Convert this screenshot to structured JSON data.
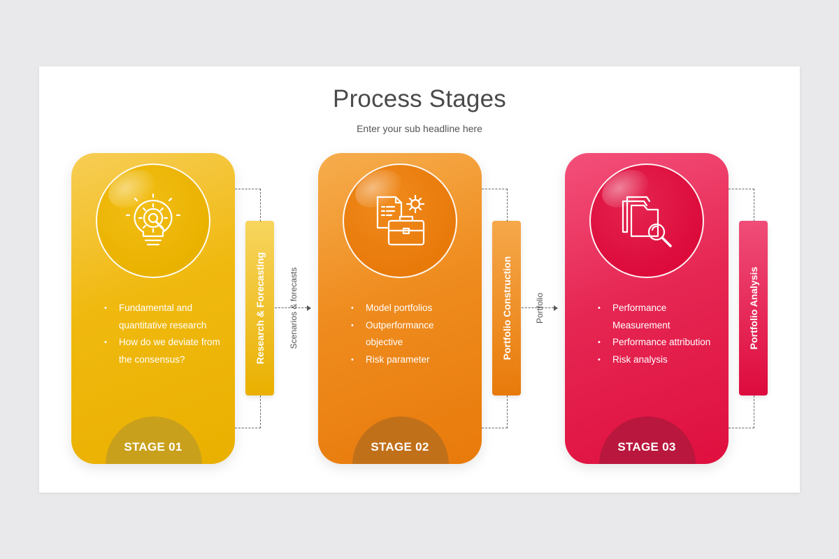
{
  "title": "Process Stages",
  "subtitle": "Enter your sub headline here",
  "stages": [
    {
      "label": "STAGE 01",
      "icon": "lightbulb-gear-icon",
      "bullets": [
        "Fundamental and quantitative research",
        "How do we deviate from the consensus?"
      ],
      "tab": "Research & Forecasting",
      "color": "#f0b90f"
    },
    {
      "label": "STAGE 02",
      "icon": "documents-briefcase-icon",
      "bullets": [
        "Model portfolios",
        "Outperformance objective",
        "Risk parameter"
      ],
      "tab": "Portfolio Construction",
      "color": "#ef8c1f"
    },
    {
      "label": "STAGE 03",
      "icon": "folders-magnifier-icon",
      "bullets": [
        "Performance Measurement",
        "Performance attribution",
        "Risk analysis"
      ],
      "tab": "Portfolio Analysis",
      "color": "#e62753"
    }
  ],
  "connectors": [
    "Scenarios & forecasts",
    "Portfolio"
  ]
}
